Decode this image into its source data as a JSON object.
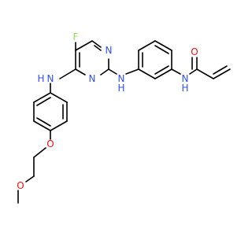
{
  "colors": {
    "bond": "#000000",
    "carbon": "#000000",
    "nitrogen": "#3050F8",
    "oxygen": "#FF0D0D",
    "fluorine": "#90E050",
    "background": "#ffffff"
  },
  "labels": {
    "f1": "F",
    "n_pyr_upper": "N",
    "n_pyr_lower": "N",
    "nh_anilino_right": "H",
    "nh_anilino_right_n": "N",
    "nh_anilino_left": "H",
    "nh_anilino_left_n": "N",
    "nh_amide": "H",
    "nh_amide_n": "N",
    "o_carbonyl": "O",
    "o_ether_aryl": "O",
    "o_ether_methyl": "O"
  }
}
